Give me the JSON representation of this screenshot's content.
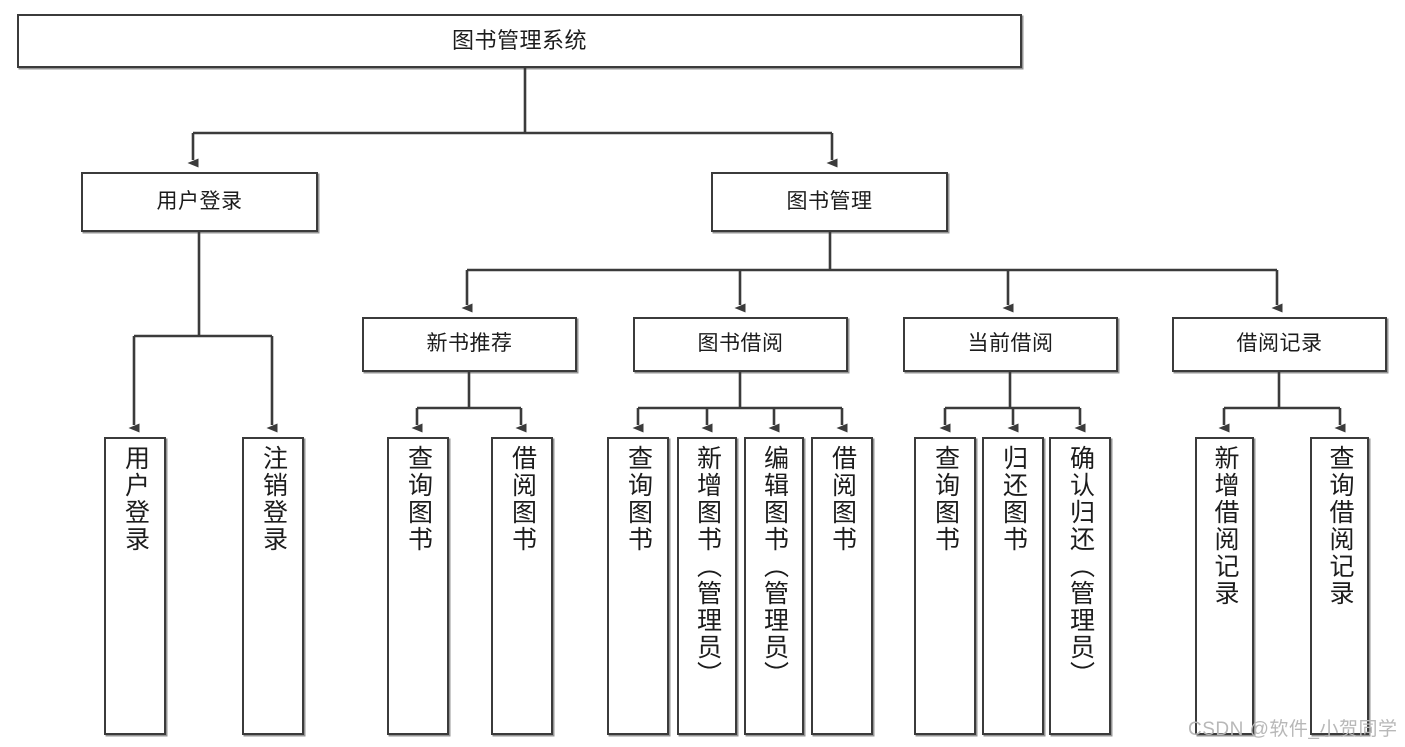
{
  "diagram": {
    "type": "tree",
    "title": "图书管理系统",
    "watermark": "CSDN @软件_小贺同学",
    "colors": {
      "stroke": "#3b3b3b",
      "fill": "#ffffff",
      "text": "#1c1c1c",
      "watermark": "#b8b8b8"
    },
    "nodes": {
      "root": {
        "label": "图书管理系统"
      },
      "level2": [
        {
          "label": "用户登录"
        },
        {
          "label": "图书管理"
        }
      ],
      "level3": [
        {
          "label": "新书推荐"
        },
        {
          "label": "图书借阅"
        },
        {
          "label": "当前借阅"
        },
        {
          "label": "借阅记录"
        }
      ],
      "leaves_user_login": [
        {
          "label": "用户登录"
        },
        {
          "label": "注销登录"
        }
      ],
      "leaves_new_book": [
        {
          "label": "查询图书"
        },
        {
          "label": "借阅图书"
        }
      ],
      "leaves_borrow": [
        {
          "label": "查询图书"
        },
        {
          "label": "新增图书（管理员）"
        },
        {
          "label": "编辑图书（管理员）"
        },
        {
          "label": "借阅图书"
        }
      ],
      "leaves_current": [
        {
          "label": "查询图书"
        },
        {
          "label": "归还图书"
        },
        {
          "label": "确认归还（管理员）"
        }
      ],
      "leaves_record": [
        {
          "label": "新增借阅记录"
        },
        {
          "label": "查询借阅记录"
        }
      ]
    }
  }
}
